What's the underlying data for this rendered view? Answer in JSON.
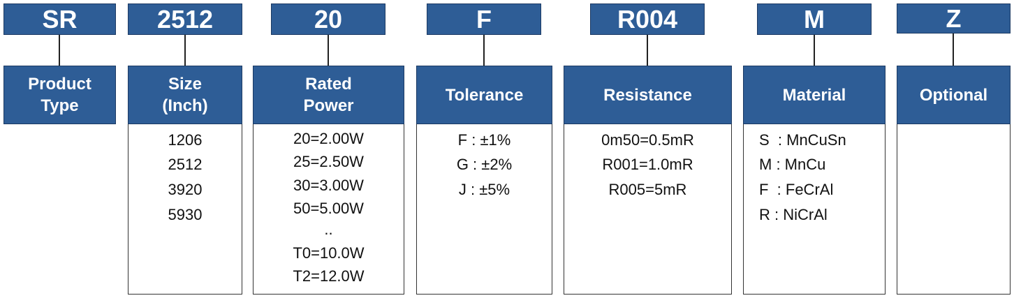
{
  "columns": [
    {
      "code": "SR",
      "header": "Product\nType",
      "items": []
    },
    {
      "code": "2512",
      "header": "Size\n(Inch)",
      "items": [
        "1206",
        "2512",
        "3920",
        "5930"
      ]
    },
    {
      "code": "20",
      "header": "Rated\nPower",
      "items": [
        "20=2.00W",
        "25=2.50W",
        "30=3.00W",
        "50=5.00W",
        "..",
        "T0=10.0W",
        "T2=12.0W"
      ]
    },
    {
      "code": "F",
      "header": "Tolerance",
      "items": [
        "F : ±1%",
        "G : ±2%",
        "J : ±5%"
      ]
    },
    {
      "code": "R004",
      "header": "Resistance",
      "items": [
        "0m50=0.5mR",
        "R001=1.0mR",
        "R005=5mR"
      ]
    },
    {
      "code": "M",
      "header": "Material",
      "items": [
        "S  : MnCuSn",
        "M : MnCu",
        "F  : FeCrAl",
        "R : NiCrAl"
      ]
    },
    {
      "code": "Z",
      "header": "Optional",
      "items": []
    }
  ],
  "colors": {
    "header_fill": "#2e5d96",
    "header_text": "#ffffff",
    "connector": "#222222"
  }
}
